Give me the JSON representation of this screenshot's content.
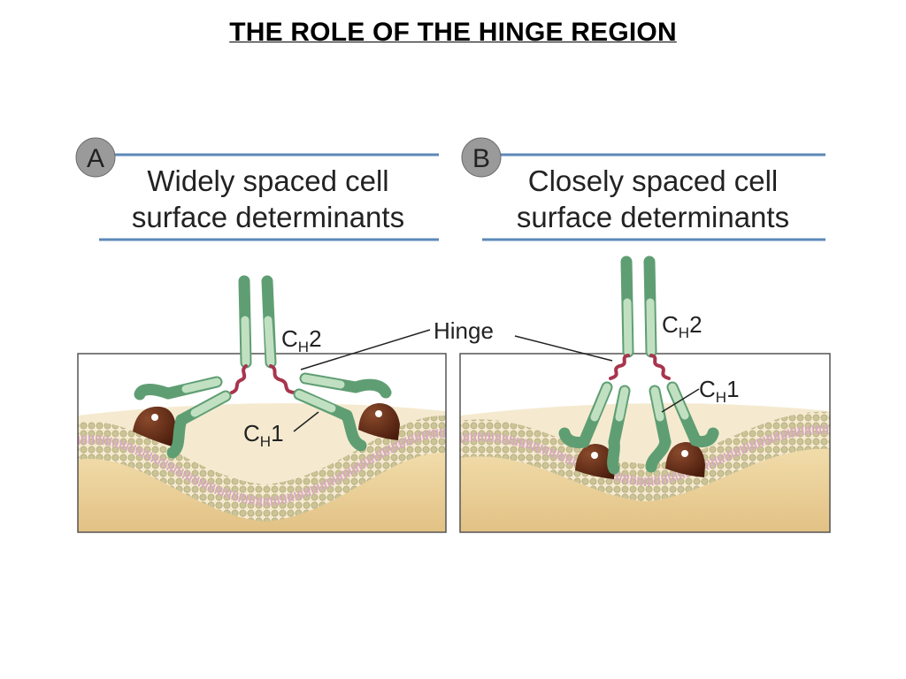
{
  "title": "THE ROLE OF THE HINGE REGION",
  "colors": {
    "antibody_dark": "#5f9e73",
    "antibody_light": "#c1e0c2",
    "hinge": "#a8354d",
    "antigen": "#5a2412",
    "cell_base": "#e7c98e",
    "lipid_head": "#c7c08c",
    "lipid_tail": "#d9a9c3",
    "header_bar": "#5c88b8"
  },
  "panels": [
    {
      "letter": "A",
      "heading_line1": "Widely spaced cell",
      "heading_line2": "surface determinants",
      "ch2_label_main": "C",
      "ch2_label_sub": "H",
      "ch2_label_num": "2",
      "ch1_label_main": "C",
      "ch1_label_sub": "H",
      "ch1_label_num": "1"
    },
    {
      "letter": "B",
      "heading_line1": "Closely spaced cell",
      "heading_line2": "surface determinants",
      "ch2_label_main": "C",
      "ch2_label_sub": "H",
      "ch2_label_num": "2",
      "ch1_label_main": "C",
      "ch1_label_sub": "H",
      "ch1_label_num": "1"
    }
  ],
  "hinge_label": "Hinge"
}
